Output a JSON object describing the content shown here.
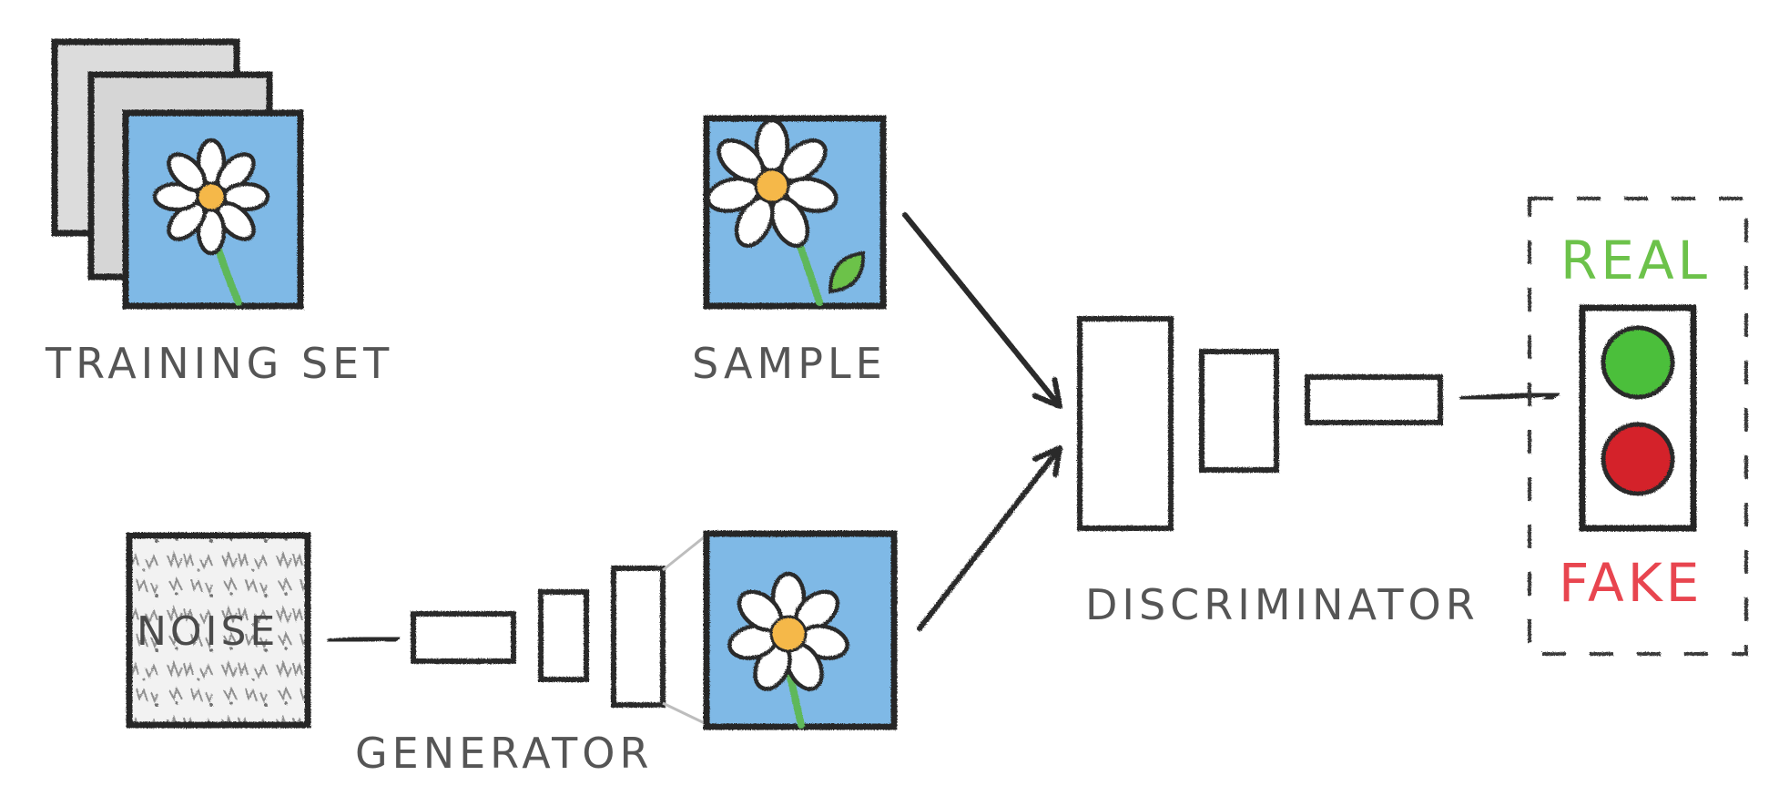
{
  "labels": {
    "training_set": "TRAINING SET",
    "sample": "SAMPLE",
    "noise": "NOISE",
    "generator": "GENERATOR",
    "discriminator": "DISCRIMINATOR",
    "real": "REAL",
    "fake": "FAKE"
  },
  "colors": {
    "sky": "#7fb9e6",
    "center": "#f5b84a",
    "stem": "#5fb85a",
    "real": "#6cc24a",
    "fake": "#e8454f",
    "light_green": "#4cbf3a",
    "light_red": "#d4212b",
    "stroke": "#2b2b2b",
    "paper": "#dcdcdc"
  }
}
